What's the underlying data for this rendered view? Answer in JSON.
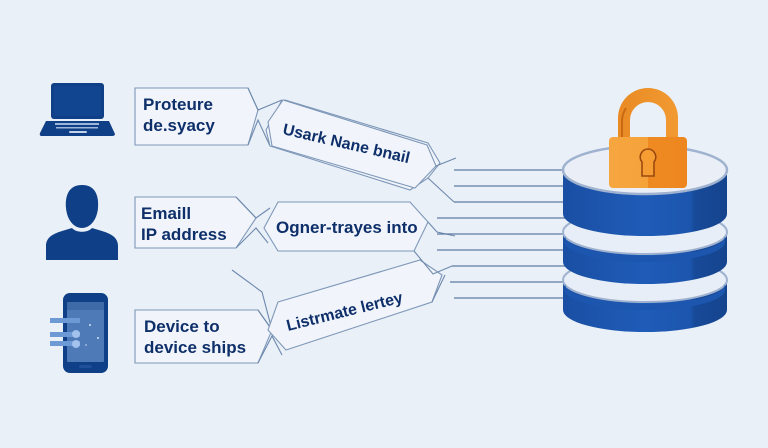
{
  "diagram": {
    "title": "",
    "colors": {
      "background": "#eaf0f8",
      "icon_blue": "#0f3f86",
      "db_blue": "#1c56ae",
      "lock_orange": "#f39a2e",
      "text_navy": "#0e2f6a",
      "connector": "#6e89ad"
    },
    "sources": [
      {
        "icon": "laptop-icon",
        "label_lines": [
          "Proteure",
          "de.syacy"
        ]
      },
      {
        "icon": "person-icon",
        "label_lines": [
          "Emaill",
          "IP address"
        ]
      },
      {
        "icon": "smartphone-icon",
        "label_lines": [
          "Device to",
          "device ships"
        ]
      }
    ],
    "middle_labels": [
      {
        "text": "Usark Nane bnail"
      },
      {
        "text": "Ogner-trayes into"
      },
      {
        "text": "Listrmate lertey"
      }
    ],
    "destination": {
      "icon": "database-icon",
      "overlay_icon": "padlock-icon",
      "layers": 3
    }
  }
}
